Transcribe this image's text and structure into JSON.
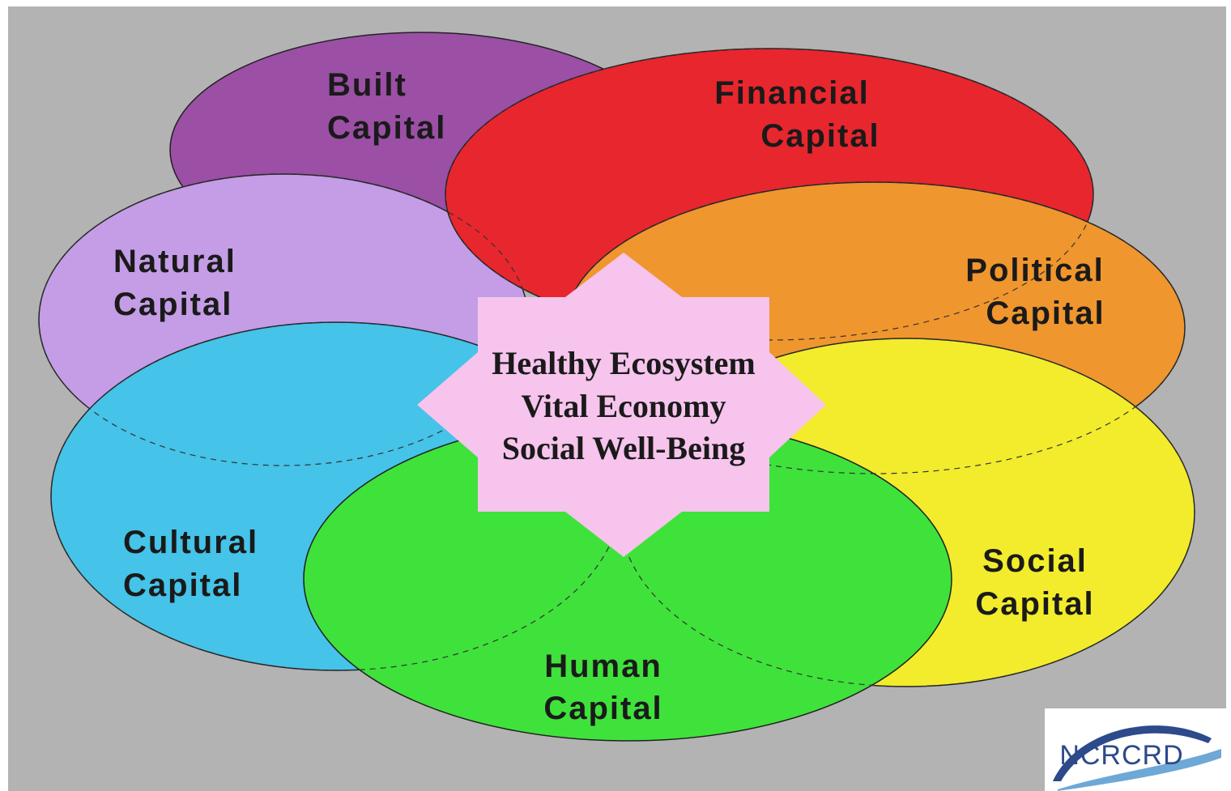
{
  "background_color": "#b3b3b3",
  "capitals": [
    {
      "id": "built",
      "line1": "Built",
      "line2": "Capital",
      "color": "#9b4fa5"
    },
    {
      "id": "financial",
      "line1": "Financial",
      "line2": "Capital",
      "color": "#e8262e"
    },
    {
      "id": "natural",
      "line1": "Natural",
      "line2": "Capital",
      "color": "#c49de6"
    },
    {
      "id": "political",
      "line1": "Political",
      "line2": "Capital",
      "color": "#f0962e"
    },
    {
      "id": "cultural",
      "line1": "Cultural",
      "line2": "Capital",
      "color": "#45c3e8"
    },
    {
      "id": "social",
      "line1": "Social",
      "line2": "Capital",
      "color": "#f2ec2c"
    },
    {
      "id": "human",
      "line1": "Human",
      "line2": "Capital",
      "color": "#3fe23b"
    }
  ],
  "center": {
    "line1": "Healthy Ecosystem",
    "line2": "Vital Economy",
    "line3": "Social Well-Being",
    "color": "#f6c4ec"
  },
  "logo": {
    "text": "NCRCRD"
  }
}
